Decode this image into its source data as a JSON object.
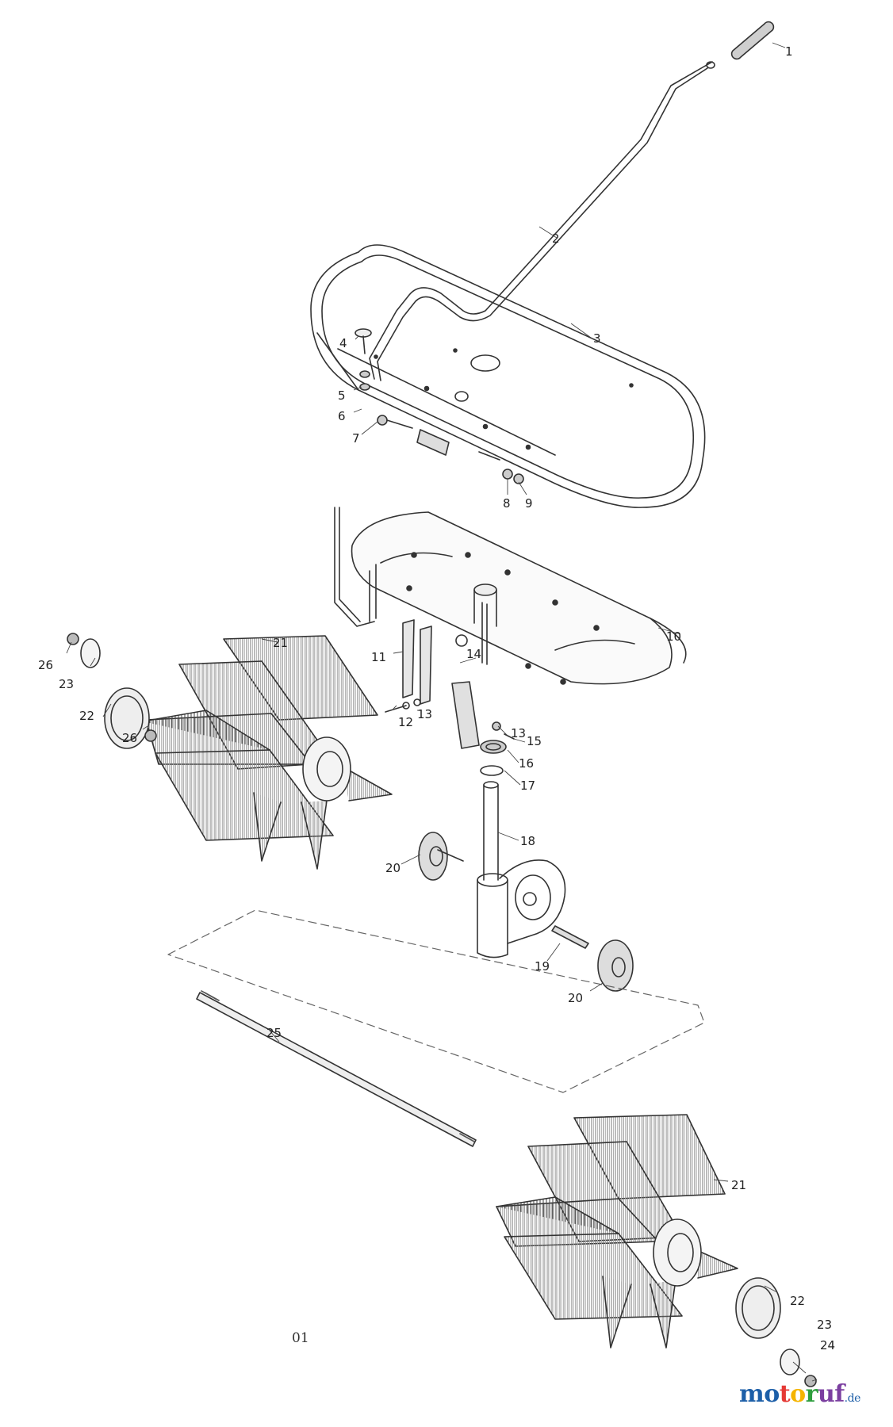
{
  "callouts": [
    "1",
    "2",
    "3",
    "4",
    "5",
    "6",
    "7",
    "8",
    "9",
    "10",
    "11",
    "12",
    "13",
    "13",
    "14",
    "15",
    "16",
    "17",
    "18",
    "19",
    "20",
    "20",
    "21",
    "21",
    "22",
    "22",
    "23",
    "23",
    "24",
    "25",
    "26",
    "26"
  ],
  "footnote": "01",
  "logo": {
    "p1": "mo",
    "p2": "t",
    "p3": "o",
    "p4": "r",
    "p5": "uf",
    "tld": ".de"
  }
}
